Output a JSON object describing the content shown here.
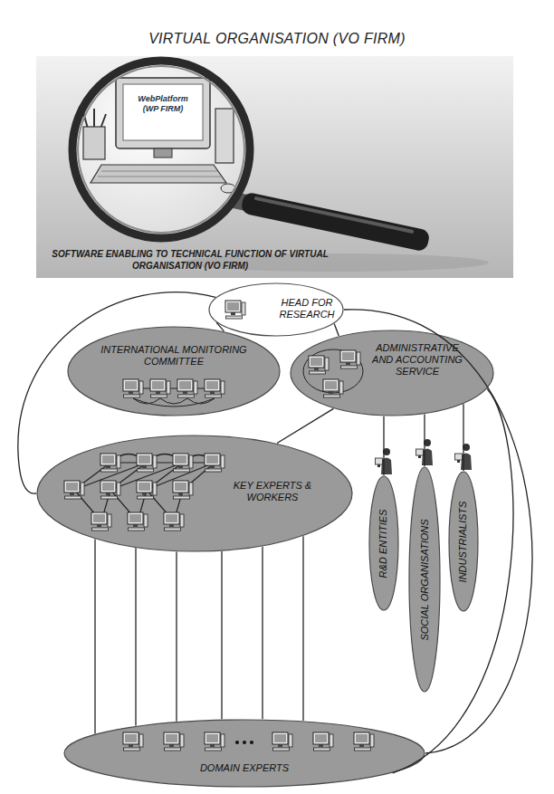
{
  "diagram": {
    "title": "VIRTUAL ORGANISATION (VO FIRM)",
    "nodes": [
      {
        "text": [
          "HEAD FOR RESEARCH"
        ]
      },
      {
        "text": [
          "INTERNATIONAL MONITORING COMMITTEE"
        ]
      },
      {
        "text": [
          "ADMINISTRATIVE AND ACCOUNTING SERVICE"
        ]
      },
      {
        "text": [
          "KEY EXPERTS & WORKERS"
        ]
      },
      {
        "text": [
          "R&D ENTITIES"
        ]
      },
      {
        "text": [
          "SOCIAL ORGANISATIONS"
        ]
      },
      {
        "text": [
          "INDUSTRIALISTS"
        ]
      },
      {
        "text": [
          "DOMAIN EXPERTS"
        ]
      }
    ],
    "edges": [
      {
        "from": 0,
        "to": 1,
        "arrow": "none"
      },
      {
        "from": 0,
        "to": 2,
        "arrow": "none"
      },
      {
        "from": 0,
        "to": 3,
        "arrow": "none"
      },
      {
        "from": 0,
        "to": 7,
        "arrow": "none"
      },
      {
        "from": 2,
        "to": 3,
        "arrow": "none"
      },
      {
        "from": 2,
        "to": 4,
        "arrow": "none"
      },
      {
        "from": 2,
        "to": 5,
        "arrow": "none"
      },
      {
        "from": 2,
        "to": 6,
        "arrow": "none"
      },
      {
        "from": 2,
        "to": 7,
        "arrow": "none"
      },
      {
        "from": 3,
        "to": 7,
        "arrow": "none"
      },
      {
        "from": 3,
        "to": 7,
        "arrow": "none"
      },
      {
        "from": 3,
        "to": 7,
        "arrow": "none"
      },
      {
        "from": 3,
        "to": 7,
        "arrow": "none"
      },
      {
        "from": 3,
        "to": 7,
        "arrow": "none"
      },
      {
        "from": 3,
        "to": 7,
        "arrow": "none"
      }
    ],
    "labels": [
      "WebPlatform (WP FIRM)",
      "SOFTWARE ENABLING TO TECHNICAL FUNCTION OF VIRTUAL ORGANISATION (VO FIRM)"
    ]
  }
}
